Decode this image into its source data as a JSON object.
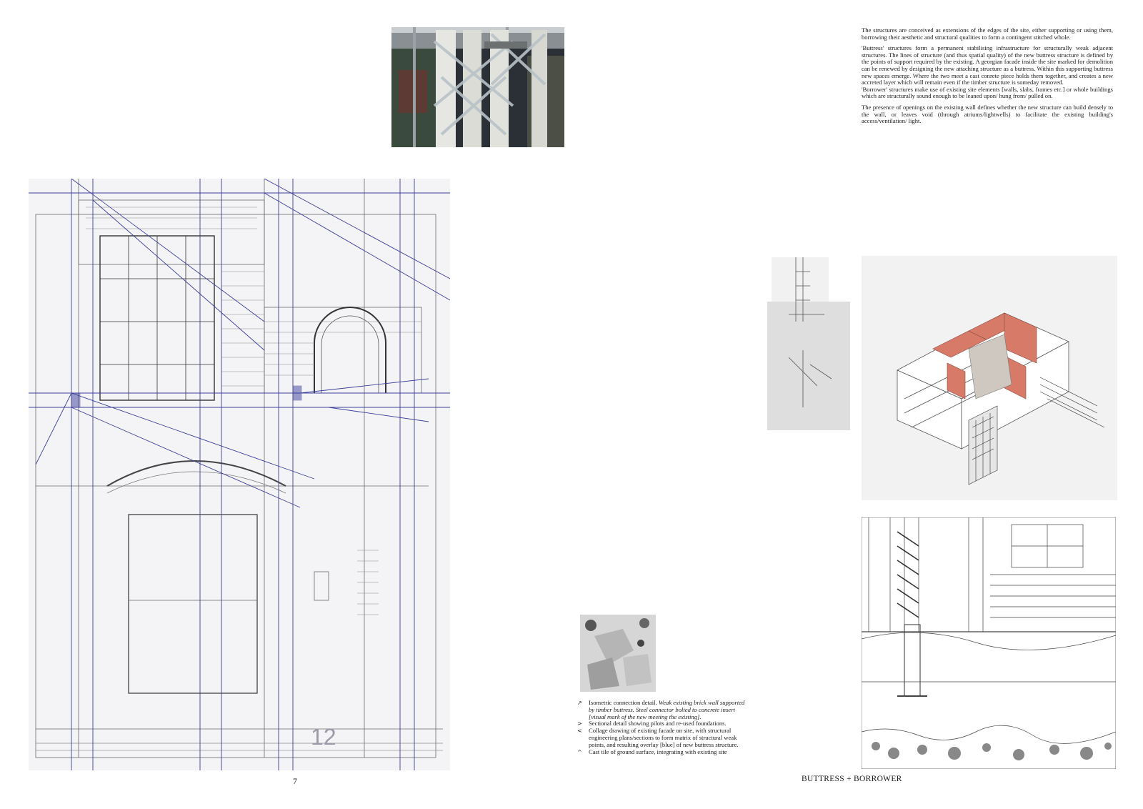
{
  "intro": {
    "p1": "The structures are conceived as extensions of the edges of the site, either supporting or using them, borrowing their aesthetic and structural qualities to form a contingent stitched whole.",
    "p2": "'Buttress' structures form a permanent stabilising infrastructure for structurally weak adjacent structures. The lines of structure (and thus spatial quality) of the new buttress structure is defined by the points of support required by the existing. A georgian facade inside the site marked for demolition can be renewed by designing the new attaching structure as a buttress. Within this supporting buttress new spaces emerge. Where the two meet a cast conrete piece holds them together, and creates a new accreted layer which will remain even if the timber structure is someday removed.",
    "p3": "'Borrower' structures make use of existing site elements [walls, slabs, frames etc.] or whole buildings which are structurally sound enough to be leaned upon/ hung from/ pulled on.",
    "p4": "The presence of openings on the existing wall defines whether the new structure can build densely to the wall, or leaves void (through atriums/lightwells) to facilitate the existing building's access/ventilation/ light."
  },
  "captions": {
    "c1_mark": "↗",
    "c1_plain": "Isometric connection detail. ",
    "c1_ital": "Weak existing brick wall supported by timber buttress. Steel connector bolted to concrete insert [visual mark of the new meeting the existing].",
    "c2_mark": ">",
    "c2": "Sectional detail showing pilots and re-used foundations.",
    "c3_mark": "<",
    "c3": "Collage drawing of existing facade on site, with structural engineering  plans/sections to form matrix of structural weak points, and  resulting overlay [blue] of new buttress structure.",
    "c4_mark": "^",
    "c4": "Cast tile of ground surface, integrating with existing site"
  },
  "footer": {
    "page_number": "7",
    "title": "BUTTRESS + BORROWER"
  },
  "drawing": {
    "sheet_number": "12"
  },
  "colors": {
    "overlay_blue": "#3c3f9a",
    "brick_red": "#d77b68"
  }
}
